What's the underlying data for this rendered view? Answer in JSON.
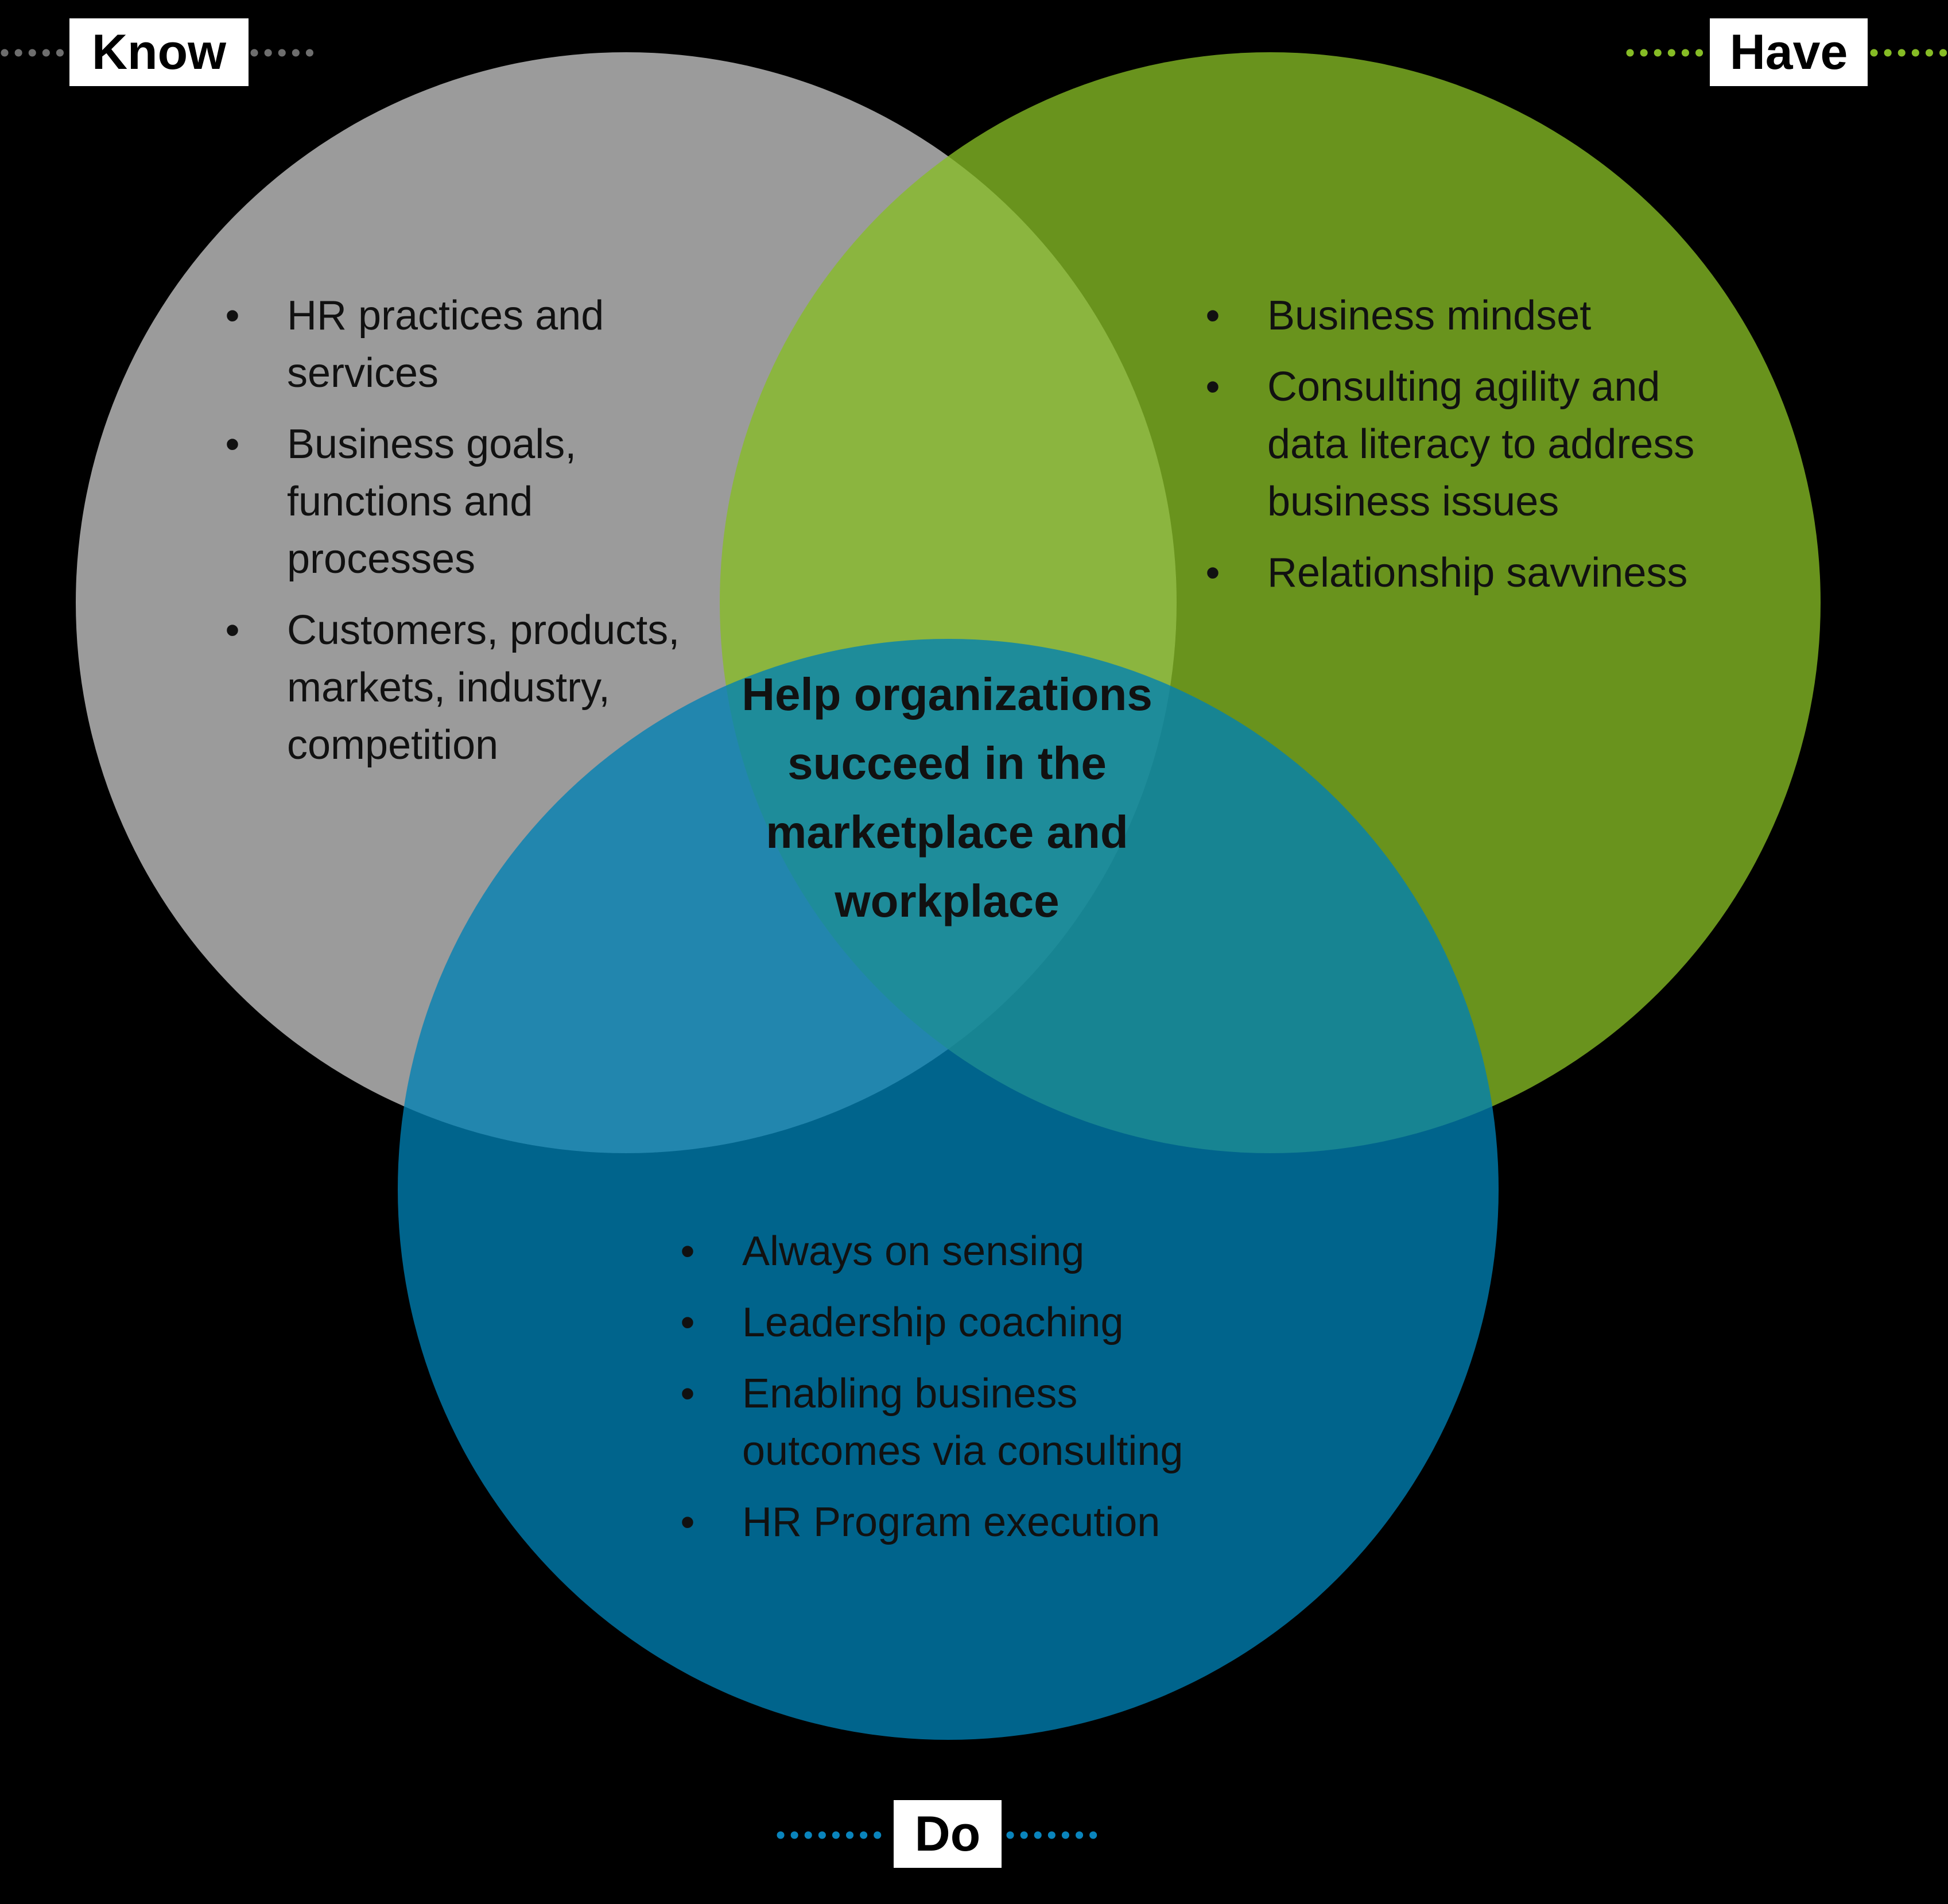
{
  "diagram": {
    "type": "venn",
    "sets": [
      {
        "id": "know",
        "label": "Know",
        "color": "#9B9B9B",
        "dot_color": "#6E6E6E",
        "items": [
          "HR practices and services",
          "Business goals, functions and processes",
          "Customers, products, markets, industry, competition"
        ]
      },
      {
        "id": "have",
        "label": "Have",
        "color": "#86BC25",
        "dot_color": "#86BC25",
        "items": [
          "Business mindset",
          "Consulting agility and data literacy to address business issues",
          "Relationship savviness"
        ]
      },
      {
        "id": "do",
        "label": "Do",
        "color": "#0080B3",
        "dot_color": "#0A84BC",
        "items": [
          "Always on sensing",
          "Leadership coaching",
          "Enabling business outcomes via consulting",
          "HR Program execution"
        ]
      }
    ],
    "center_text": "Help organizations succeed in the marketplace and workplace",
    "bullet_glyph": "•"
  }
}
